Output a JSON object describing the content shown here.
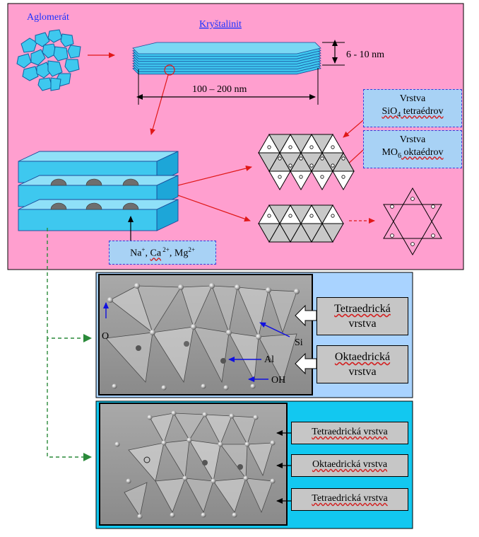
{
  "top_panel": {
    "aglomerat_label": "Aglomerát",
    "krystalinit_label": "Kryštalinit",
    "thickness_label": "6 - 10  nm",
    "width_label": "100 – 200 nm"
  },
  "tetra_box": {
    "line1": "Vrstva",
    "line2_pre": "SiO",
    "line2_sub": "4",
    "line2_post": " tetraédrov"
  },
  "okta_box": {
    "line1": "Vrstva",
    "line2_pre": "MO",
    "line2_sub": "6",
    "line2_post": "  oktaédrov"
  },
  "cations_box": {
    "na": "Na",
    "na_sup": "+",
    "sep1": ", ",
    "ca": "Ca",
    "ca_sup": " 2+",
    "sep2": ", ",
    "mg": "Mg",
    "mg_sup": "2+"
  },
  "panel1": {
    "label_o": "O",
    "label_si": "Si",
    "label_al": "Al",
    "label_oh": "OH",
    "box_tetra_1": "Tetraedrická",
    "box_tetra_2": "vrstva",
    "box_okta_1": "Oktaedrická",
    "box_okta_2": "vrstva"
  },
  "panel2": {
    "box1": "Tetraedrická vrstva",
    "box2": "Oktaedrická vrstva",
    "box3": "Tetraedrická vrstva"
  },
  "colors": {
    "pink_bg": "#ff9fcf",
    "cyan_layer": "#3ec8ef",
    "blue_panel": "#a9d3ff",
    "cyan_panel": "#12c8f0",
    "arrow_red": "#e01818",
    "arrow_green": "#2a8a3a"
  }
}
